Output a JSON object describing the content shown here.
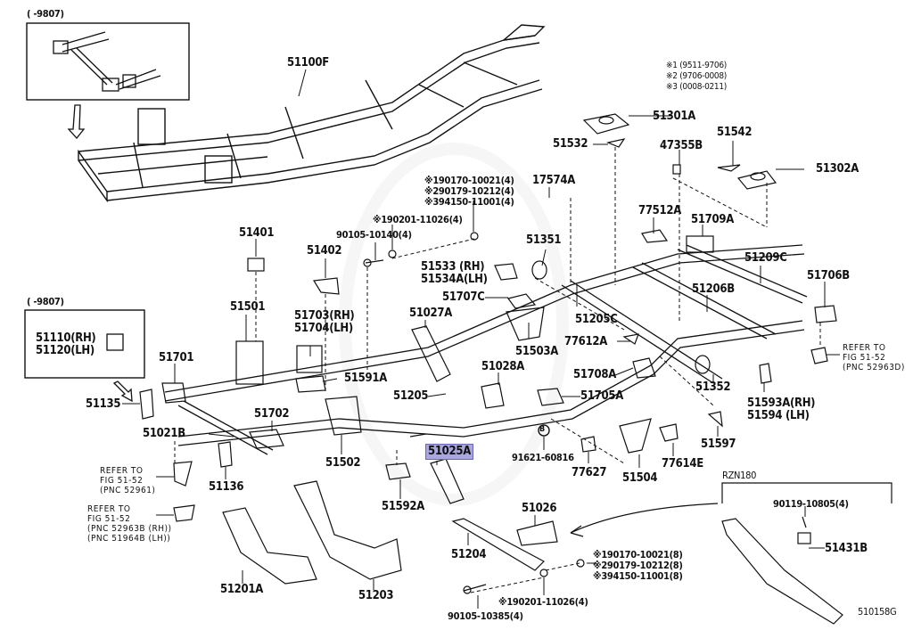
{
  "diagram": {
    "figure_id": "510158G",
    "highlight_color": "#a9a6e0",
    "notes": [
      "※1 (9511-9706)",
      "※2 (9706-0008)",
      "※3 (0008-0211)"
    ],
    "inset_top": {
      "caption": "(       -9807)"
    },
    "inset_left": {
      "caption": "(       -9807)",
      "labels": [
        "51110(RH)",
        "51120(LH)"
      ]
    },
    "rzn_box": {
      "caption": "RZN180",
      "labels": [
        "90119-10805(4)",
        "51431B"
      ]
    },
    "fastener_group_top": [
      "※190170-10021(4)",
      "※290179-10212(4)",
      "※394150-11001(4)"
    ],
    "fastener_group_bottom": [
      "※190170-10021(8)",
      "※290179-10212(8)",
      "※394150-11001(8)"
    ],
    "parts": {
      "p51100F": "51100F",
      "p51301A": "51301A",
      "p51532": "51532",
      "p47355B": "47355B",
      "p51542": "51542",
      "p51302A": "51302A",
      "p17574A": "17574A",
      "p90201_top": "※190201-11026(4)",
      "p90105_10140": "90105-10140(4)",
      "p77512A": "77512A",
      "p51709A": "51709A",
      "p51401": "51401",
      "p51402": "51402",
      "p51351": "51351",
      "p51533": "51533  (RH)",
      "p51534A": "51534A(LH)",
      "p51209C": "51209C",
      "p51706B": "51706B",
      "p51206B": "51206B",
      "p51707C": "51707C",
      "p51501": "51501",
      "p51703": "51703(RH)",
      "p51704": "51704(LH)",
      "p51027A": "51027A",
      "p51205C": "51205C",
      "p51503A": "51503A",
      "p77612A": "77612A",
      "p51701": "51701",
      "p51591A": "51591A",
      "p51028A": "51028A",
      "p51708A": "51708A",
      "p51352": "51352",
      "p51135": "51135",
      "p51205": "51205",
      "p51705A": "51705A",
      "p51593A": "51593A(RH)",
      "p51594": "51594  (LH)",
      "p51702": "51702",
      "p51021B": "51021B",
      "p51502": "51502",
      "p51025A": "51025A",
      "p91621": "91621-60816",
      "p77627": "77627",
      "p51504": "51504",
      "p77614E": "77614E",
      "p51597": "51597",
      "p51136": "51136",
      "p51592A": "51592A",
      "p51026": "51026",
      "p51204": "51204",
      "p51201A": "51201A",
      "p51203": "51203",
      "p90201_bottom": "※190201-11026(4)",
      "p90105_10385": "90105-10385(4)"
    },
    "refer_notes": {
      "right": [
        "REFER TO",
        "FIG 51-52",
        "(PNC 52963D)"
      ],
      "left1": [
        "REFER TO",
        "FIG 51-52",
        "(PNC 52961)"
      ],
      "left2": [
        "REFER TO",
        "FIG 51-52",
        "(PNC 52963B (RH))",
        "(PNC 51964B (LH))"
      ]
    },
    "bolt_marker": "B"
  }
}
